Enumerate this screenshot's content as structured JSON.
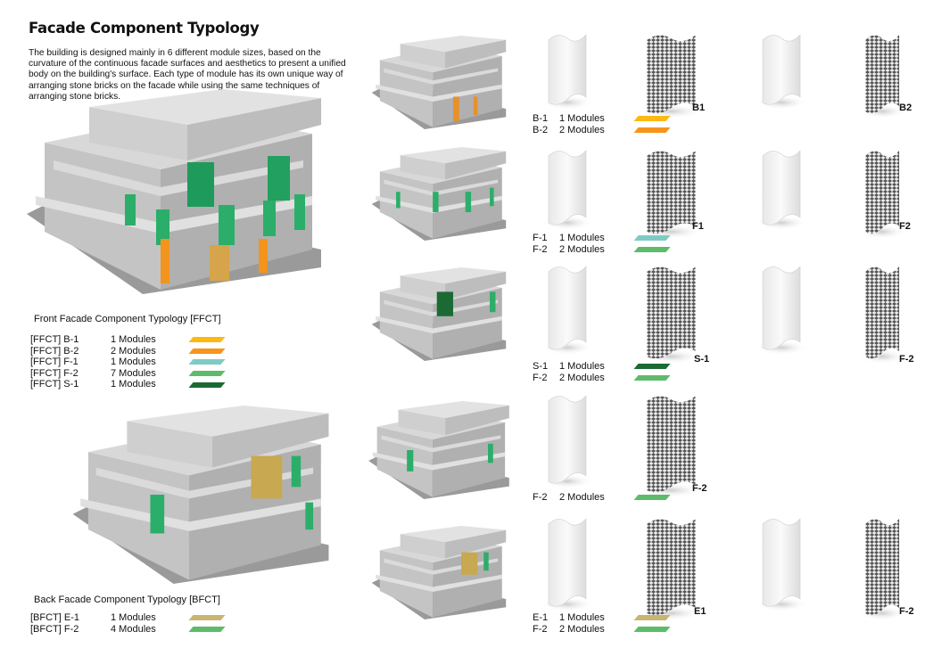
{
  "title": "Facade Component Typology",
  "description": "The building is designed mainly in 6 different module sizes, based on the curvature of the continuous facade surfaces and aesthetics to present a unified body on the building's surface. Each type of module has its own unique way of arranging stone bricks on the facade while using the same techniques of arranging stone bricks.",
  "colors": {
    "B-1": "#fdb913",
    "B-2": "#f7941d",
    "F-1": "#7fcbc4",
    "F-2": "#5dbb6b",
    "S-1": "#1b6a33",
    "E-1": "#c9b572"
  },
  "front": {
    "title": "Front Facade Component  Typology [FFCT]",
    "items": [
      {
        "code": "[FFCT] B-1",
        "count": "1  Modules",
        "color": "#fdb913"
      },
      {
        "code": "[FFCT] B-2",
        "count": "2  Modules",
        "color": "#f7941d"
      },
      {
        "code": "[FFCT] F-1",
        "count": "1  Modules",
        "color": "#7fcbc4"
      },
      {
        "code": "[FFCT] F-2",
        "count": "7  Modules",
        "color": "#5dbb6b"
      },
      {
        "code": "[FFCT] S-1",
        "count": "1  Modules",
        "color": "#1b6a33"
      }
    ]
  },
  "back": {
    "title": "Back Facade Component  Typology [BFCT]",
    "items": [
      {
        "code": "[BFCT]  E-1",
        "count": "1  Modules",
        "color": "#c9b572"
      },
      {
        "code": "[BFCT]  F-2",
        "count": "4  Modules",
        "color": "#5dbb6b"
      }
    ]
  },
  "rows": [
    {
      "labels": [
        "B1",
        "B2"
      ],
      "legend": [
        {
          "code": "B-1",
          "count": "1  Modules",
          "color": "#fdb913"
        },
        {
          "code": "B-2",
          "count": "2  Modules",
          "color": "#f7941d"
        }
      ]
    },
    {
      "labels": [
        "F1",
        "F2"
      ],
      "legend": [
        {
          "code": "F-1",
          "count": "1  Modules",
          "color": "#7fcbc4"
        },
        {
          "code": "F-2",
          "count": "2  Modules",
          "color": "#5dbb6b"
        }
      ]
    },
    {
      "labels": [
        "S-1",
        "F-2"
      ],
      "legend": [
        {
          "code": "S-1",
          "count": "1  Modules",
          "color": "#1b6a33"
        },
        {
          "code": "F-2",
          "count": "2  Modules",
          "color": "#5dbb6b"
        }
      ]
    },
    {
      "labels": [
        "F-2"
      ],
      "legend": [
        {
          "code": "F-2",
          "count": "2  Modules",
          "color": "#5dbb6b"
        }
      ]
    },
    {
      "labels": [
        "E1",
        "F-2"
      ],
      "legend": [
        {
          "code": "E-1",
          "count": "1  Modules",
          "color": "#c9b572"
        },
        {
          "code": "F-2",
          "count": "2  Modules",
          "color": "#5dbb6b"
        }
      ]
    }
  ]
}
